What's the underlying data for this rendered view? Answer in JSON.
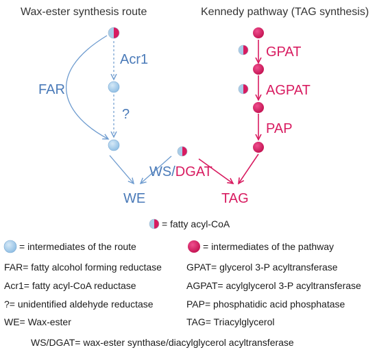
{
  "headings": {
    "left": "Wax-ester synthesis route",
    "right": "Kennedy pathway (TAG synthesis)"
  },
  "wax_route": {
    "enzymes": [
      "Acr1",
      "?"
    ],
    "far_label": "FAR",
    "product": "WE"
  },
  "kennedy": {
    "enzymes": [
      "GPAT",
      "AGPAT",
      "PAP"
    ],
    "product": "TAG"
  },
  "ws_dgat": {
    "part1": "WS/",
    "part2": "DGAT"
  },
  "legend": {
    "acyl_coa": "= fatty acyl-CoA",
    "blue_intermediates": "= intermediates of the route",
    "magenta_intermediates": "= intermediates of the pathway",
    "abbr_left": [
      "FAR= fatty alcohol forming reductase",
      "Acr1= fatty acyl-CoA reductase",
      "?= unidentified aldehyde reductase",
      "WE= Wax-ester"
    ],
    "abbr_right": [
      "GPAT= glycerol 3-P acyltransferase",
      "AGPAT= acylglycerol 3-P acyltransferase",
      "PAP= phosphatidic acid phosphatase",
      "TAG= Triacylglycerol"
    ],
    "footer": "WS/DGAT= wax-ester synthase/diacylglycerol acyltransferase"
  },
  "colors": {
    "blue": "#4a7ab8",
    "blue_node": "#a9cde8",
    "magenta": "#d81b60",
    "text": "#1a1a1a"
  },
  "icons": {
    "blue_node": "light-blue-circle",
    "magenta_node": "magenta-circle",
    "acyl_coa": "half-blue-half-magenta-circle"
  }
}
